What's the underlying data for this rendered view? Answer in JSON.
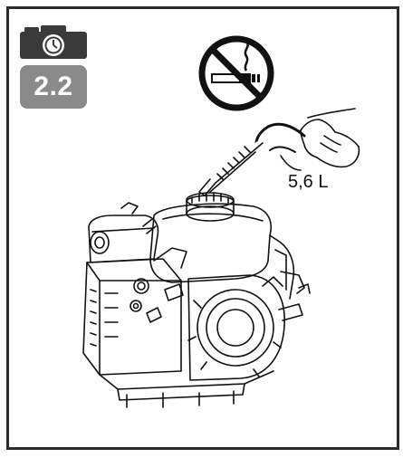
{
  "step": {
    "number": "2.2"
  },
  "fuel": {
    "volume_label": "5,6 L"
  },
  "icons": {
    "camera": "camera-icon",
    "no_smoking": "no-smoking-icon",
    "engine": "engine-illustration",
    "fuel_nozzle": "fuel-nozzle-illustration"
  },
  "colors": {
    "frame": "#2a2a2a",
    "badge_bg": "#8a8a8a",
    "badge_text": "#ffffff",
    "line_art": "#111111"
  }
}
